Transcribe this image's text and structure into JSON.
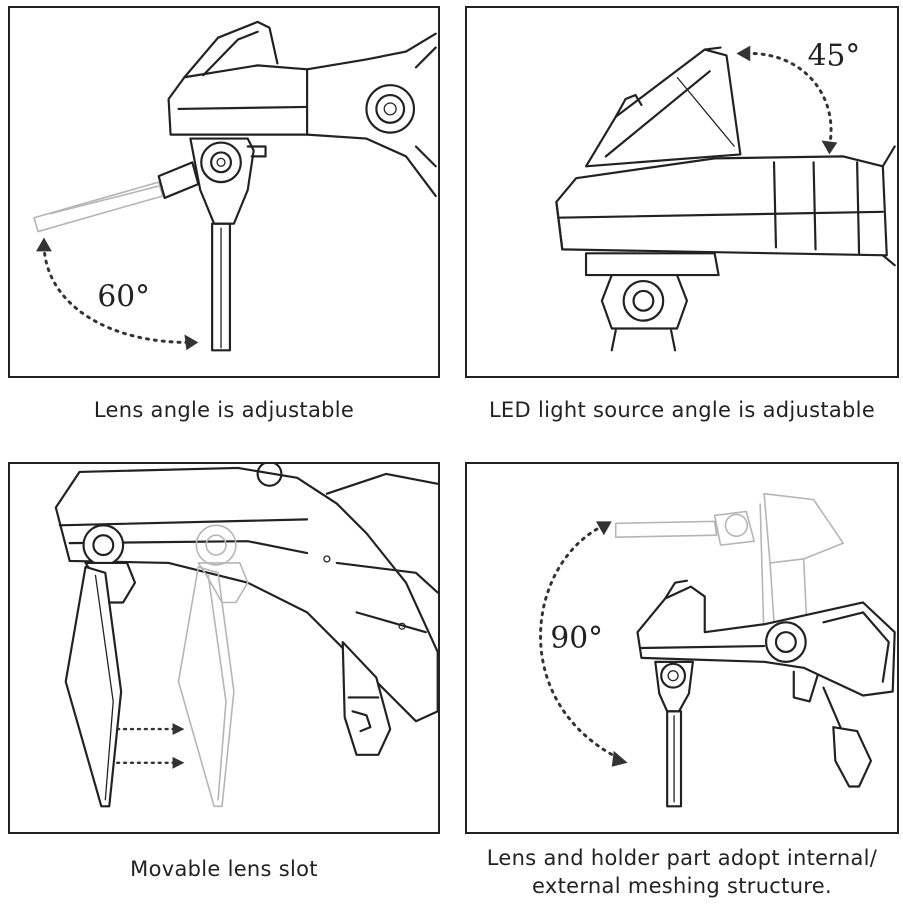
{
  "panels": [
    {
      "angle": "60°",
      "caption": "Lens angle is adjustable"
    },
    {
      "angle": "45°",
      "caption": "LED light source angle is adjustable"
    },
    {
      "angle": "",
      "caption": "Movable lens slot"
    },
    {
      "angle": "90°",
      "caption_line1": "Lens and holder part adopt internal/",
      "caption_line2": "external meshing structure."
    }
  ],
  "colors": {
    "line": "#222222",
    "ghost": "#b5b5b5",
    "background": "#ffffff"
  }
}
